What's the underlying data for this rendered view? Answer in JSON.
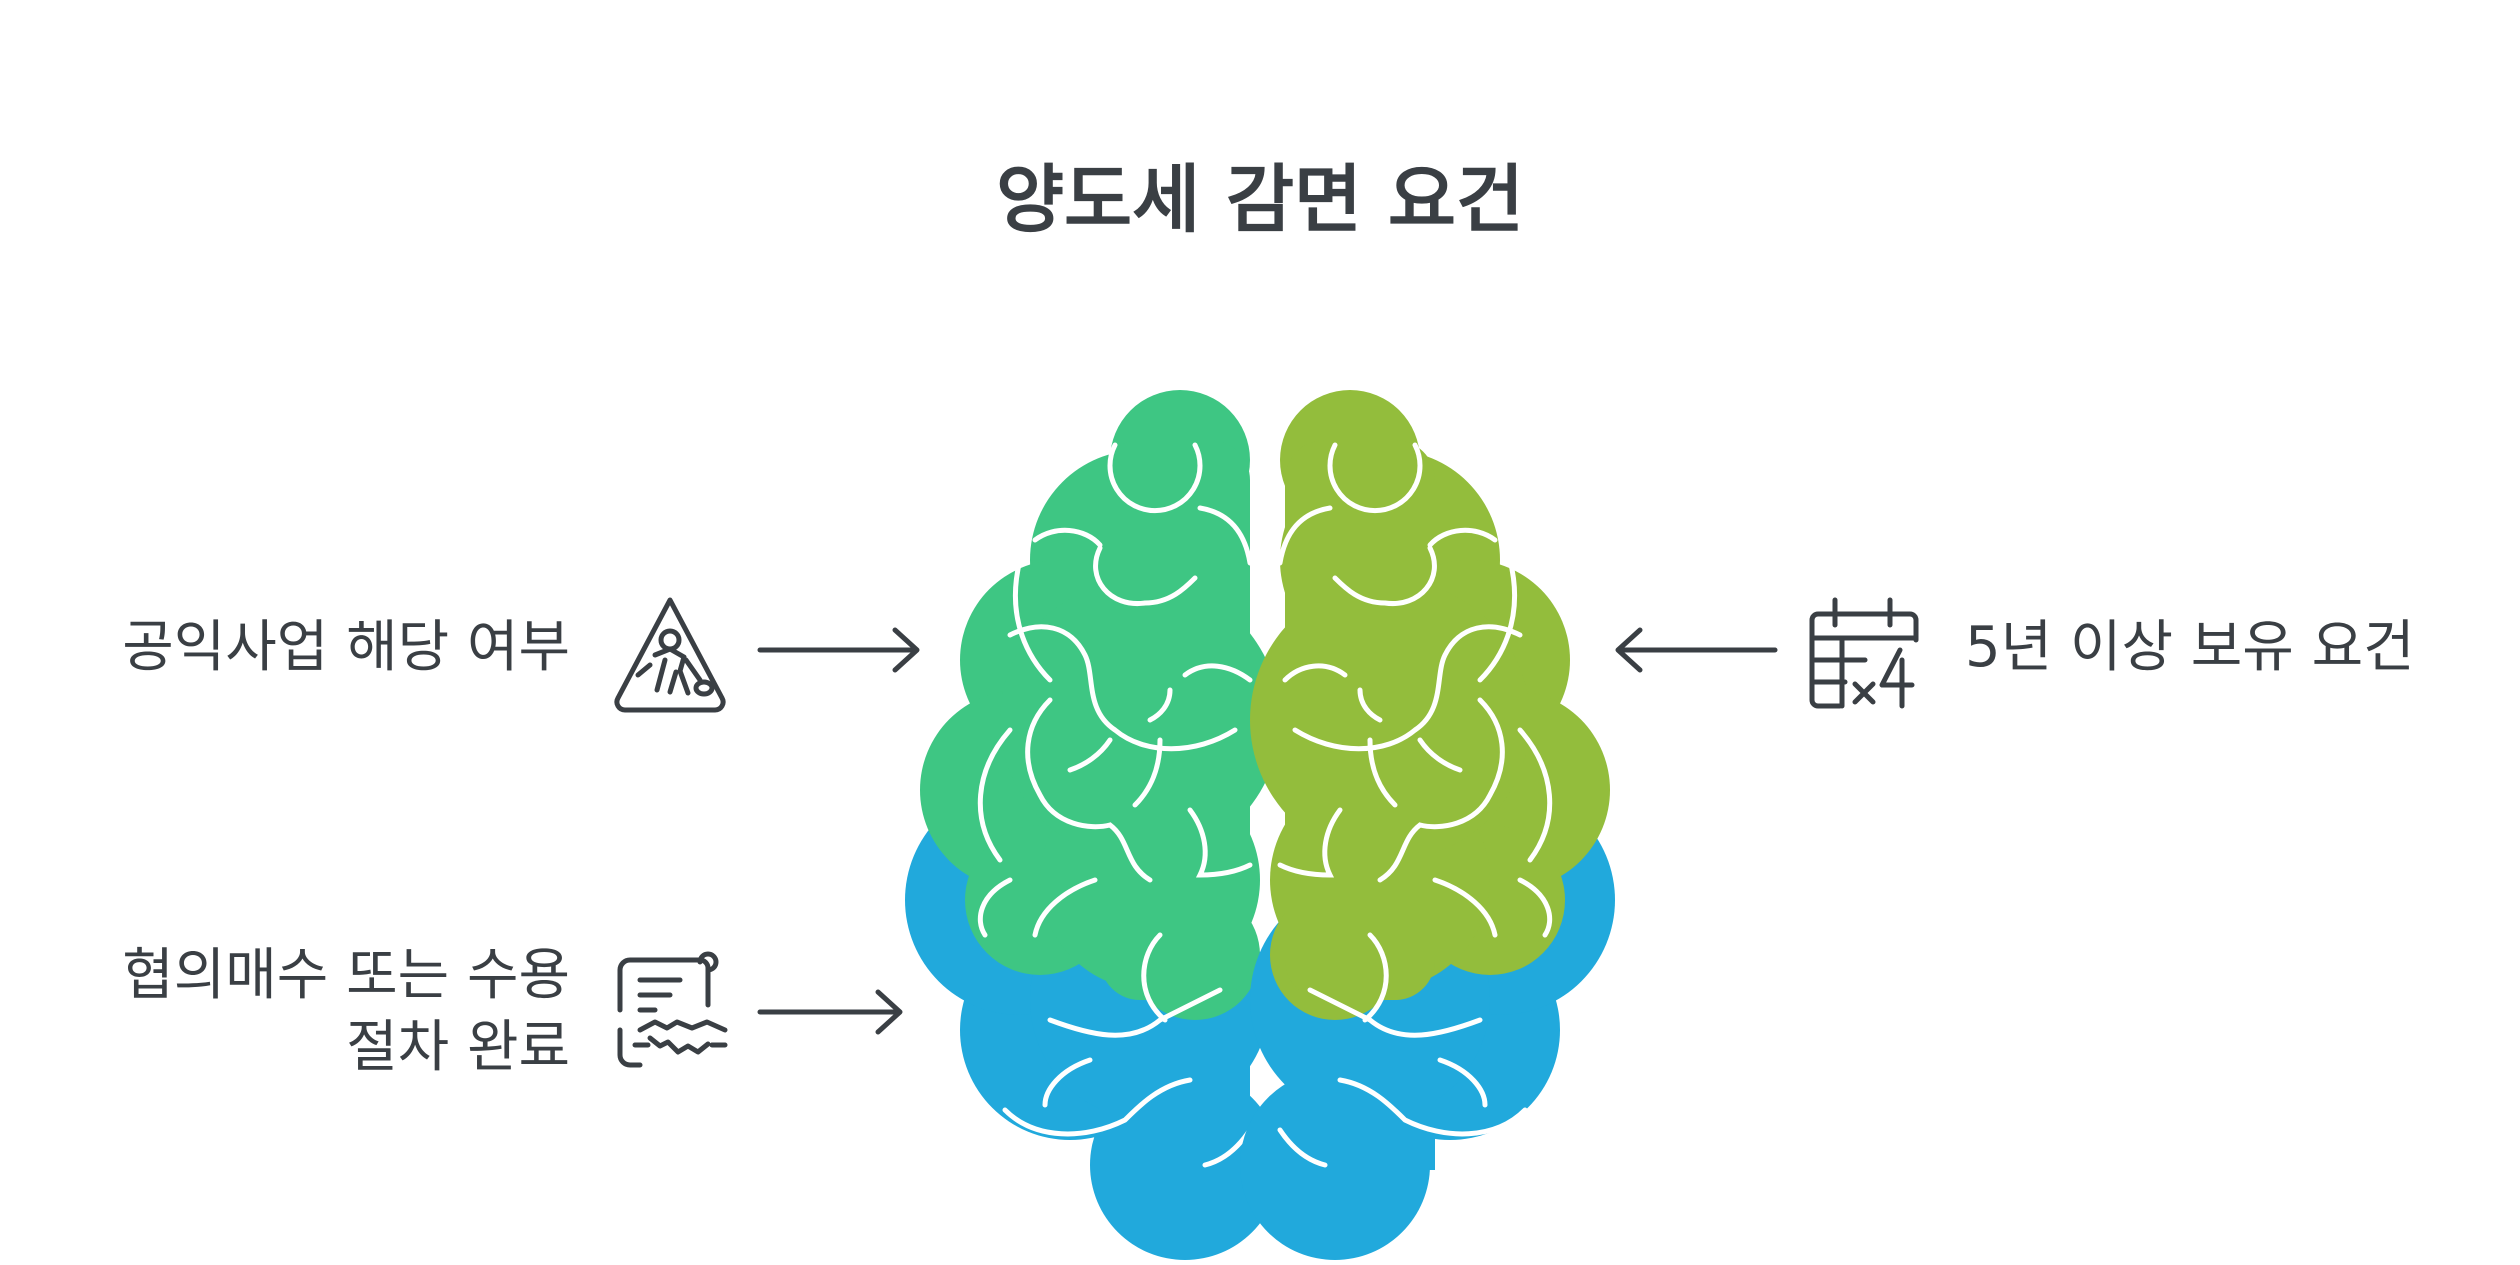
{
  "title": "양도세 감면 요건",
  "items": [
    {
      "label": "공익사업 해당 여부",
      "icon": "construction-warning-icon"
    },
    {
      "label_line1": "협의매수 또는 수용",
      "label_line2": "절차 완료",
      "icon": "handshake-contract-icon"
    },
    {
      "label": "5년 이상 보유 요건",
      "icon": "calendar-x4-icon"
    }
  ],
  "colors": {
    "brain_left_top": "#3ec683",
    "brain_right_top": "#93bd3c",
    "brain_bottom": "#21a9dc",
    "text": "#3a3f44",
    "icon": "#3a3f44"
  }
}
